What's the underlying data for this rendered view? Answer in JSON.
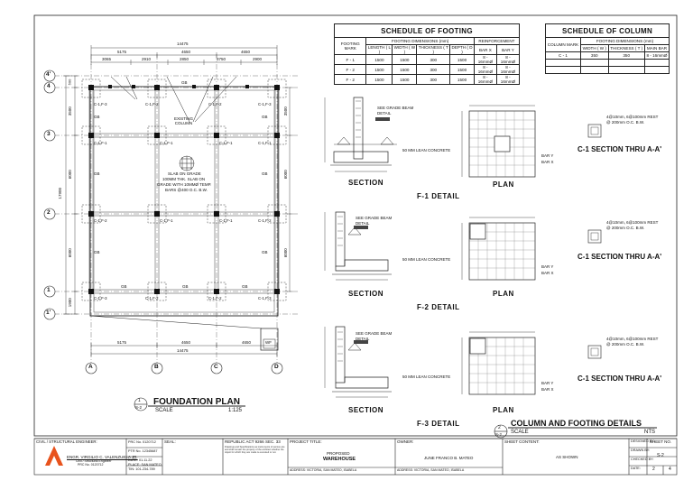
{
  "plan": {
    "title": "FOUNDATION PLAN",
    "scale_label": "SCALE",
    "scale_value": "1:125",
    "ref_num": "1",
    "ref_sheet": "S-2",
    "overall_dim": "14475",
    "top_dims_1": [
      "5175",
      "4650",
      "4650"
    ],
    "top_dims_2": [
      "3065",
      "2910",
      "2850",
      "3750",
      "2900"
    ],
    "bottom_dims_1": [
      "5175",
      "4650",
      "4650"
    ],
    "bottom_overall": "14475",
    "left_overall": "17900",
    "left_dims": [
      "500",
      "3500",
      "6000",
      "6000",
      "1900"
    ],
    "right_dims": [
      "3500",
      "6000",
      "6000"
    ],
    "grid_rows": [
      "4'",
      "4",
      "3",
      "2",
      "1",
      "1'"
    ],
    "grid_cols": [
      "A",
      "B",
      "C",
      "D"
    ],
    "existing_column_label": "EXISTING\nCOLUMN",
    "slab_note": [
      "SLAB ON GRADE",
      "100MM THK. SLAB ON",
      "GRADE WITH 10MMØ TEMP.",
      "BARS @400 O.C. B.W."
    ],
    "footing_tags": {
      "row4": [
        "C-1,F-3",
        "C-1,F-2",
        "C-1,F-2",
        "C-1,F-3"
      ],
      "row3": [
        "C-1,F-1",
        "C-1,F-1",
        "C-1,F-1",
        "C-1,F-1"
      ],
      "row2": [
        "C-1,F-2",
        "C-1,F-1",
        "C-1,F-1",
        "C-1,F-2"
      ],
      "row1": [
        "C-1,F-3",
        "C-1,F-2",
        "C-1,F-2",
        "C-1,F-3"
      ]
    },
    "gb": "GB",
    "wf": "WF"
  },
  "schedule_footing": {
    "title": "SCHEDULE OF FOOTING",
    "headers": {
      "mark": "FOOTING MARK",
      "dims": "FOOTING DIMENSIONS (mm)",
      "reinf": "REINFORCEMENT",
      "length": "LENGTH ( L )",
      "width": "WIDTH ( W )",
      "thickness": "THICKNESS ( T )",
      "depth": "DEPTH ( D )",
      "barx": "BAR X",
      "bary": "BAR Y"
    },
    "rows": [
      [
        "F - 1",
        "1500",
        "1500",
        "300",
        "1500",
        "8 - 16mmØ",
        "8 - 16mmØ"
      ],
      [
        "F - 2",
        "1500",
        "1500",
        "300",
        "1500",
        "8 - 16mmØ",
        "8 - 16mmØ"
      ],
      [
        "F - 2",
        "1500",
        "1500",
        "300",
        "1500",
        "8 - 16mmØ",
        "8 - 16mmØ"
      ]
    ]
  },
  "schedule_column": {
    "title": "SCHEDULE OF COLUMN",
    "headers": {
      "mark": "COLUMN MARK",
      "dims": "FOOTING DIMENSIONS (mm)",
      "width": "WIDTH ( W )",
      "thickness": "THICKNESS ( T )",
      "main": "MAIN BAR"
    },
    "rows": [
      [
        "C - 1",
        "350",
        "350",
        "8 - 16mmØ"
      ]
    ]
  },
  "details": [
    {
      "name": "F-1 DETAIL",
      "section": "SECTION",
      "plan": "PLAN",
      "grade_beam": [
        "SEE GRADE BEAM",
        "DETAIL"
      ],
      "lean": "50 MM LEAN CONCRETE",
      "bary": "BAR Y",
      "barx": "BAR X"
    },
    {
      "name": "F-2 DETAIL",
      "section": "SECTION",
      "plan": "PLAN",
      "grade_beam": [
        "SEE GRADE BEAM",
        "DETAIL"
      ],
      "lean": "50 MM LEAN CONCRETE",
      "bary": "BAR Y",
      "barx": "BAR X"
    },
    {
      "name": "F-3 DETAIL",
      "section": "SECTION",
      "plan": "PLAN",
      "grade_beam": [
        "SEE GRADE BEAM",
        "DETAIL"
      ],
      "lean": "50 MM LEAN CONCRETE",
      "bary": "BAR Y",
      "barx": "BAR X"
    }
  ],
  "column_sections": [
    {
      "title": "C-1 SECTION THRU A-A'",
      "note": [
        "4@10mm, 6@100mm REST",
        "@ 200mm O.C. B.W."
      ]
    },
    {
      "title": "C-1 SECTION THRU A-A'",
      "note": [
        "4@10mm, 6@100mm REST",
        "@ 200mm O.C. B.W."
      ]
    },
    {
      "title": "C-1 SECTION THRU A-A'",
      "note": [
        "4@10mm, 6@100mm REST",
        "@ 200mm O.C. B.W."
      ]
    }
  ],
  "detail_title": {
    "title": "COLUMN AND FOOTING DETAILS",
    "scale_label": "SCALE",
    "scale_value": "NTS",
    "ref_num": "2",
    "ref_sheet": "S-2"
  },
  "title_block": {
    "engineer_label": "CIVIL / STRUCTURAL ENGINEER:",
    "engineer_name": "ENGR. VIRGILIO C. VALENZUELA JR.",
    "engineer_lines": [
      "Civil / Structural Engineer",
      "PRC No. 0120712"
    ],
    "prc": "PRC No. 0120712",
    "ptr": "PTR No. 12345687",
    "date": "DATE: 01.11.22",
    "place": "PLACE: SAN MATEO",
    "tin": "TIN: 101-234-789",
    "seal_label": "SEAL:",
    "republic": "REPUBLIC ACT 9266 SEC. 33",
    "republic_text": "Drawings and Specifications as instruments of service are and shall remain the property of the architect whether the object for which they are made is executed or not.",
    "project_label": "PROJECT TITLE:",
    "project_title": [
      "PROPOSED",
      "WAREHOUSE"
    ],
    "address1": "ADDRESS: VICTORIA, SAN MATEO, ISABELA",
    "owner_label": "OWNER:",
    "owner": "JUNE FRANCO B. MATEO",
    "address2": "ADDRESS: VICTORIA, SAN MATEO, ISABELA",
    "sheet_content_label": "SHEET CONTENT:",
    "sheet_content": "AS SHOWN",
    "designed_by": "DESIGNED BY:",
    "drawn_by": "DRAWN BY:",
    "checked_by": "CHECKED BY:",
    "date_label": "DATE:",
    "sheet_no_label": "SHEET NO.",
    "sheet_no": "S-2",
    "page": "2",
    "of": "4"
  }
}
